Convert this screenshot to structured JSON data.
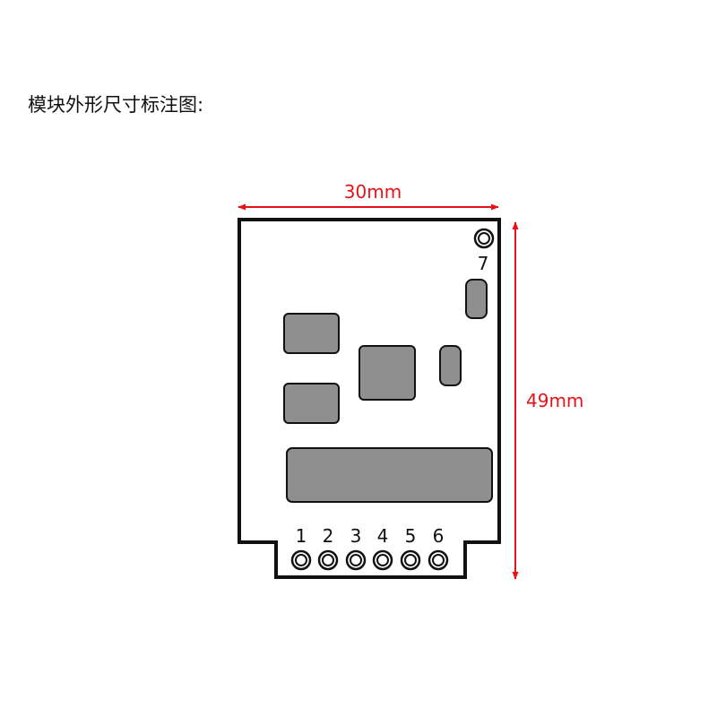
{
  "title": "模块外形尺寸标注图:",
  "dimensions": {
    "width_label": "30mm",
    "height_label": "49mm"
  },
  "pins": {
    "bottom": [
      "1",
      "2",
      "3",
      "4",
      "5",
      "6"
    ],
    "top_right": "7"
  },
  "colors": {
    "outline": "#111111",
    "dimension": "#e8121a",
    "component_fill": "#8f8f8f",
    "background": "#ffffff"
  }
}
